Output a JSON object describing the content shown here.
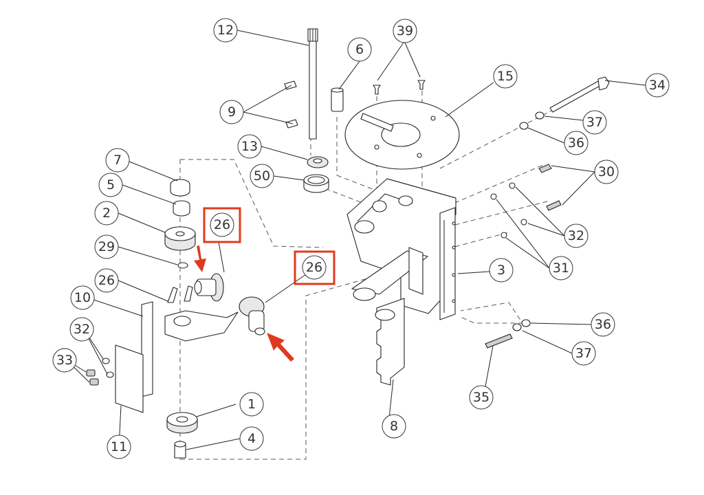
{
  "colors": {
    "highlight": "#e03a1e",
    "line": "#222222"
  },
  "callouts": [
    {
      "label": "12"
    },
    {
      "label": "6"
    },
    {
      "label": "39"
    },
    {
      "label": "15"
    },
    {
      "label": "34"
    },
    {
      "label": "37"
    },
    {
      "label": "36"
    },
    {
      "label": "9"
    },
    {
      "label": "13"
    },
    {
      "label": "50"
    },
    {
      "label": "30"
    },
    {
      "label": "7"
    },
    {
      "label": "5"
    },
    {
      "label": "2"
    },
    {
      "label": "26"
    },
    {
      "label": "32"
    },
    {
      "label": "29"
    },
    {
      "label": "26"
    },
    {
      "label": "3"
    },
    {
      "label": "31"
    },
    {
      "label": "26"
    },
    {
      "label": "10"
    },
    {
      "label": "32"
    },
    {
      "label": "36"
    },
    {
      "label": "33"
    },
    {
      "label": "37"
    },
    {
      "label": "35"
    },
    {
      "label": "1"
    },
    {
      "label": "8"
    },
    {
      "label": "4"
    },
    {
      "label": "11"
    }
  ],
  "highlighted_callouts": [
    "26",
    "26"
  ]
}
